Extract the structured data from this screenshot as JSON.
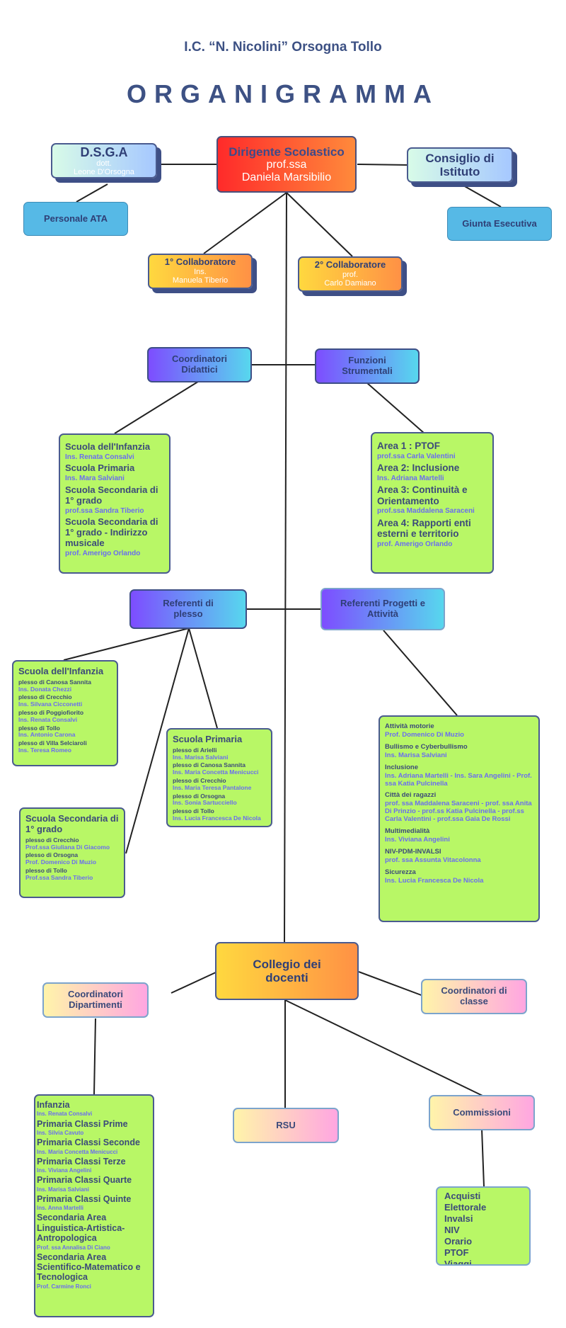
{
  "header": {
    "school": "I.C. “N. Nicolini” Orsogna Tollo",
    "title": "ORGANIGRAMMA"
  },
  "nodes": {
    "dirigente": {
      "title": "Dirigente Scolastico",
      "line1": "prof.ssa",
      "line2": "Daniela Marsibilio"
    },
    "dsga": {
      "title": "D.S.G.A",
      "line1": "dott.",
      "line2": "Leone D'Orsogna"
    },
    "consiglio": {
      "title": "Consiglio di Istituto"
    },
    "personale_ata": "Personale ATA",
    "giunta": "Giunta Esecutiva",
    "collab1": {
      "title": "1° Collaboratore",
      "line1": "Ins.",
      "line2": "Manuela Tiberio"
    },
    "collab2": {
      "title": "2° Collaboratore",
      "line1": "prof.",
      "line2": "Carlo Damiano"
    },
    "coordinatori_didattici": "Coordinatori Didattici",
    "funzioni_strumentali": "Funzioni Strumentali",
    "referenti_plesso": "Referenti di plesso",
    "referenti_progetti": "Referenti Progetti e Attività",
    "collegio": "Collegio dei docenti",
    "coordinatori_dipartimenti": "Coordinatori Dipartimenti",
    "coordinatori_classe": "Coordinatori di classe",
    "rsu": "RSU",
    "commissioni": "Commissioni"
  },
  "coordinatori_box": [
    {
      "h": "Scuola dell'Infanzia",
      "p": "Ins. Renata Consalvi"
    },
    {
      "h": "Scuola Primaria",
      "p": "Ins. Mara Salviani"
    },
    {
      "h": "Scuola Secondaria di 1° grado",
      "p": "prof.ssa Sandra Tiberio"
    },
    {
      "h": "Scuola Secondaria di 1° grado - Indirizzo musicale",
      "p": "prof. Amerigo Orlando"
    }
  ],
  "funzioni_box": [
    {
      "h": "Area 1 : PTOF",
      "p": "prof.ssa Carla Valentini"
    },
    {
      "h": "Area 2: Inclusione",
      "p": "Ins. Adriana Martelli"
    },
    {
      "h": "Area 3: Continuità e Orientamento",
      "p": "prof.ssa Maddalena Saraceni"
    },
    {
      "h": "Area 4: Rapporti enti esterni e territorio",
      "p": "prof. Amerigo Orlando"
    }
  ],
  "plesso_infanzia": {
    "title": "Scuola dell'Infanzia",
    "items": [
      {
        "l": "plesso di Canosa Sannita",
        "p": "Ins. Donata Chezzi"
      },
      {
        "l": "plesso di Crecchio",
        "p": "Ins. Silvana Cicconetti"
      },
      {
        "l": "plesso di Poggiofiorito",
        "p": "Ins. Renata Consalvi"
      },
      {
        "l": "plesso di Tollo",
        "p": "Ins. Antonio Carona"
      },
      {
        "l": "plesso di Villa Selciaroli",
        "p": "Ins. Teresa Romeo"
      }
    ]
  },
  "plesso_primaria": {
    "title": "Scuola Primaria",
    "items": [
      {
        "l": "plesso di Arielli",
        "p": "Ins. Marisa Salviani"
      },
      {
        "l": "plesso di Canosa Sannita",
        "p": "Ins. Maria Concetta Menicucci"
      },
      {
        "l": "plesso di Crecchio",
        "p": "Ins. Maria Teresa Pantalone"
      },
      {
        "l": "plesso di Orsogna",
        "p": "Ins. Sonia Sartucciello"
      },
      {
        "l": "plesso di Tollo",
        "p": "Ins. Lucia Francesca De Nicola"
      }
    ]
  },
  "plesso_secondaria": {
    "title": "Scuola Secondaria di 1° grado",
    "items": [
      {
        "l": "plesso di Crecchio",
        "p": "Prof.ssa Giuliana Di Giacomo"
      },
      {
        "l": "plesso di Orsogna",
        "p": "Prof. Domenico Di Muzio"
      },
      {
        "l": "plesso di Tollo",
        "p": "Prof.ssa Sandra Tiberio"
      }
    ]
  },
  "progetti_box": [
    {
      "l": "Attività motorie",
      "p": "Prof. Domenico Di Muzio"
    },
    {
      "l": "Bullismo e Cyberbullismo",
      "p": "Ins. Marisa Salviani"
    },
    {
      "l": "Inclusione",
      "p": "Ins. Adriana Martelli - Ins. Sara Angelini - Prof. ssa Katia Pulcinella"
    },
    {
      "l": "Città dei ragazzi",
      "p": "prof. ssa  Maddalena Saraceni - prof. ssa Anita Di Prinzio - prof.ss  Katia Pulcinella - prof.ss Carla Valentini - prof.ssa Gaia De Rossi"
    },
    {
      "l": "Multimedialità",
      "p": "Ins. Viviana Angelini"
    },
    {
      "l": " NIV-PDM-INVALSI",
      "p": "prof. ssa Assunta Vitacolonna"
    },
    {
      "l": "Sicurezza",
      "p": "Ins. Lucia Francesca De Nicola"
    }
  ],
  "dipartimenti_box": [
    {
      "h": "Infanzia",
      "p": "Ins. Renata Consalvi"
    },
    {
      "h": "Primaria Classi Prime",
      "p": "Ins. Silvia Cavuto"
    },
    {
      "h": "Primaria Classi Seconde",
      "p": "Ins. Maria Concetta Menicucci"
    },
    {
      "h": "Primaria Classi Terze",
      "p": "Ins. Viviana Angelini"
    },
    {
      "h": "Primaria Classi Quarte",
      "p": "Ins. Marisa Salviani"
    },
    {
      "h": "Primaria Classi Quinte",
      "p": "Ins. Anna Martelli"
    },
    {
      "h": "Secondaria Area Linguistica-Artistica-Antropologica",
      "p": "Prof. ssa Annalisa Di Ciano"
    },
    {
      "h": "Secondaria Area Scientifico-Matematico e Tecnologica",
      "p": "Prof. Carmine Ronci"
    }
  ],
  "commissioni_box": [
    "Acquisti",
    "Elettorale",
    "Invalsi",
    "NIV",
    "Orario",
    "PTOF",
    "Viaggi"
  ]
}
